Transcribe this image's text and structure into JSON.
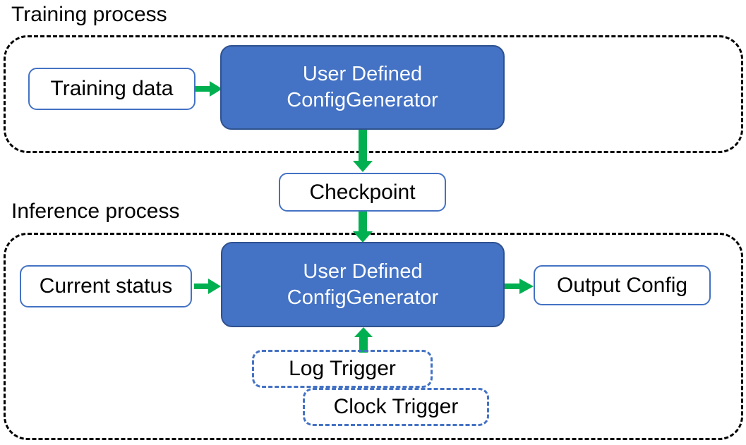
{
  "diagram": {
    "title_training": "Training process",
    "title_inference": "Inference process",
    "colors": {
      "blue_fill": "#4472C4",
      "blue_border": "#2F528F",
      "node_border": "#4472C4",
      "arrow_green": "#00B050",
      "group_border": "#000000",
      "text_dark": "#000000",
      "text_light": "#FFFFFF",
      "background": "#FFFFFF"
    }
  },
  "training": {
    "group_label": "Training process",
    "input_node": "Training data",
    "process_node_line1": "User Defined",
    "process_node_line2": "ConfigGenerator"
  },
  "checkpoint": {
    "label": "Checkpoint"
  },
  "inference": {
    "group_label": "Inference process",
    "input_node": "Current status",
    "process_node_line1": "User Defined",
    "process_node_line2": "ConfigGenerator",
    "output_node": "Output Config",
    "trigger_log": "Log Trigger",
    "trigger_clock": "Clock Trigger"
  },
  "edges": [
    {
      "name": "training-data-to-generator",
      "from": "Training data",
      "to": "User Defined ConfigGenerator",
      "direction": "right"
    },
    {
      "name": "generator-to-checkpoint",
      "from": "User Defined ConfigGenerator",
      "to": "Checkpoint",
      "direction": "down"
    },
    {
      "name": "checkpoint-to-inference-generator",
      "from": "Checkpoint",
      "to": "User Defined ConfigGenerator",
      "direction": "down"
    },
    {
      "name": "current-status-to-generator",
      "from": "Current status",
      "to": "User Defined ConfigGenerator",
      "direction": "right"
    },
    {
      "name": "generator-to-output-config",
      "from": "User Defined ConfigGenerator",
      "to": "Output Config",
      "direction": "right"
    },
    {
      "name": "triggers-to-generator",
      "from": "Log Trigger / Clock Trigger",
      "to": "User Defined ConfigGenerator",
      "direction": "up"
    }
  ]
}
